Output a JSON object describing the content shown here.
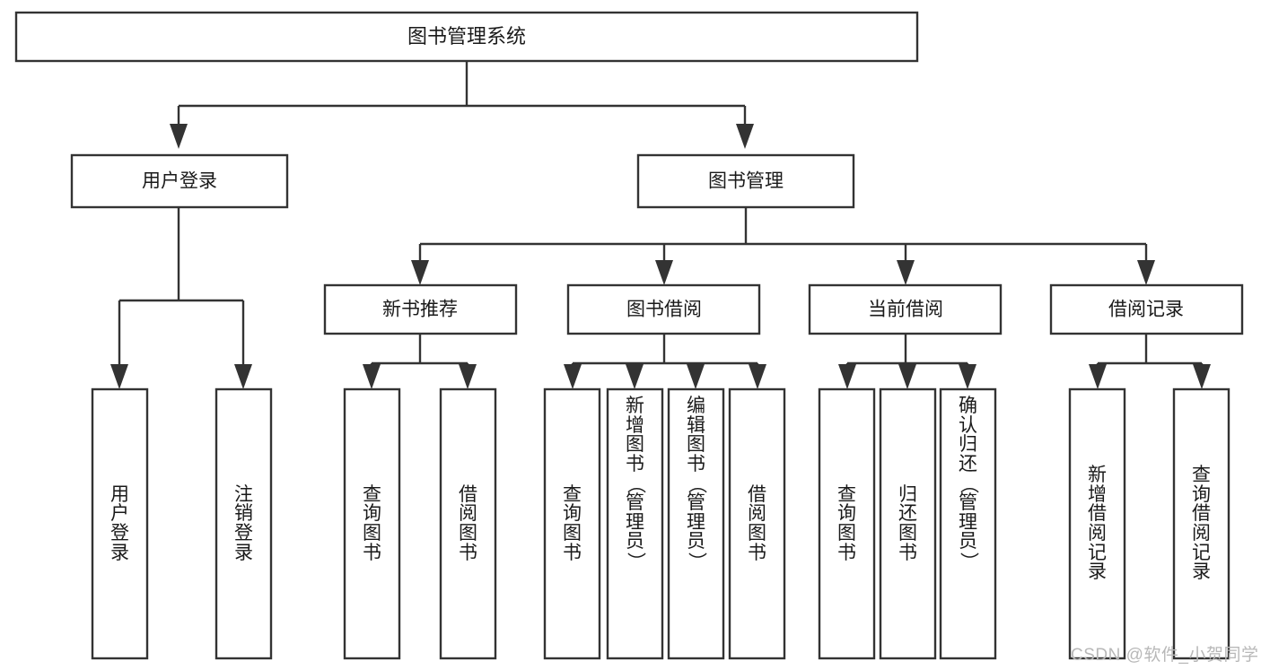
{
  "diagram": {
    "title": "图书管理系统",
    "type": "hierarchy-tree",
    "colors": {
      "box_stroke": "#333333",
      "box_fill": "#ffffff",
      "connector": "#333333",
      "text": "#1a1a1a",
      "background": "#ffffff",
      "watermark": "#b8b8b8"
    },
    "root": {
      "label": "图书管理系统"
    },
    "level2": [
      {
        "label": "用户登录"
      },
      {
        "label": "图书管理"
      }
    ],
    "level3": [
      {
        "label": "新书推荐"
      },
      {
        "label": "图书借阅"
      },
      {
        "label": "当前借阅"
      },
      {
        "label": "借阅记录"
      }
    ],
    "leaves": {
      "user_login": [
        {
          "label": "用户登录"
        },
        {
          "label": "注销登录"
        }
      ],
      "new_book_recommend": [
        {
          "label": "查询图书"
        },
        {
          "label": "借阅图书"
        }
      ],
      "book_borrow": [
        {
          "label": "查询图书"
        },
        {
          "label": "新增图书（管理员）"
        },
        {
          "label": "编辑图书（管理员）"
        },
        {
          "label": "借阅图书"
        }
      ],
      "current_borrow": [
        {
          "label": "查询图书"
        },
        {
          "label": "归还图书"
        },
        {
          "label": "确认归还（管理员）"
        }
      ],
      "borrow_records": [
        {
          "label": "新增借阅记录"
        },
        {
          "label": "查询借阅记录"
        }
      ]
    },
    "watermark": "CSDN @软件_小贺同学"
  }
}
